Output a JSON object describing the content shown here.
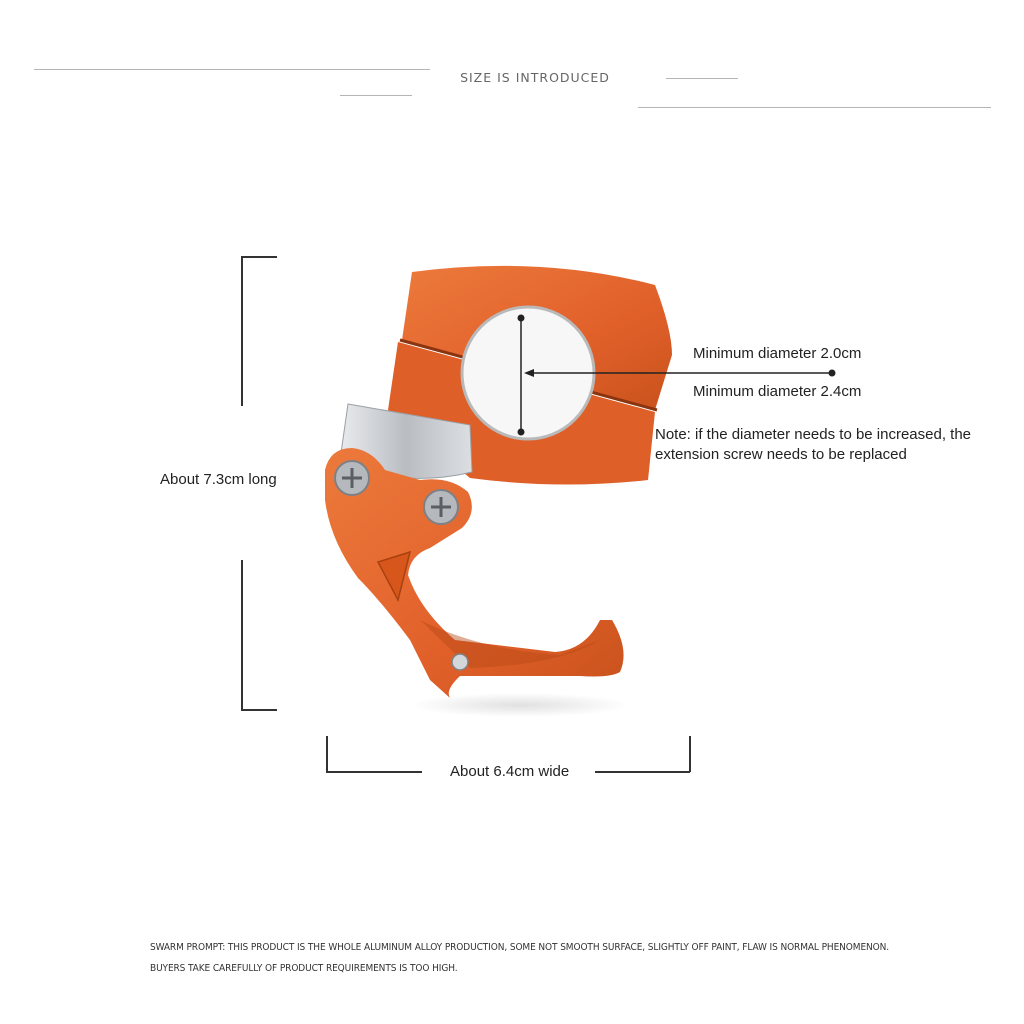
{
  "header": {
    "title": "SIZE IS INTRODUCED"
  },
  "dimensions": {
    "height_label": "About 7.3cm long",
    "width_label": "About 6.4cm wide",
    "min_diameter_label": "Minimum diameter 2.0cm",
    "max_diameter_label": "Minimum diameter 2.4cm",
    "note_line1": "Note: if the diameter needs to be increased, the",
    "note_line2": "extension screw needs to be replaced"
  },
  "footer": {
    "line1": "SWARM PROMPT: THIS PRODUCT IS THE WHOLE ALUMINUM ALLOY PRODUCTION, SOME NOT SMOOTH SURFACE, SLIGHTLY OFF PAINT, FLAW IS NORMAL PHENOMENON.",
    "line2": "BUYERS TAKE CAREFULLY OF PRODUCT REQUIREMENTS IS TOO HIGH."
  },
  "colors": {
    "product_orange": "#e4652a",
    "product_orange_dark": "#c34c17",
    "metal_silver": "#c9ccd0"
  }
}
